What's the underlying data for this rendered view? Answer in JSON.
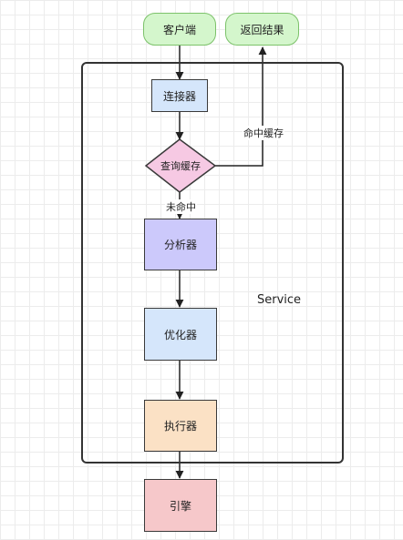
{
  "nodes": {
    "client": "客户端",
    "return_result": "返回结果",
    "connector": "连接器",
    "query_cache": "查询缓存",
    "analyzer": "分析器",
    "optimizer": "优化器",
    "executor": "执行器",
    "engine": "引擎"
  },
  "edge_labels": {
    "cache_hit": "命中缓存",
    "cache_miss": "未命中"
  },
  "container_label": "Service",
  "colors": {
    "green_fill": "#d4f6cc",
    "green_border": "#7cc26a",
    "blue_fill": "#d5e6fb",
    "pink_fill": "#f6c9e3",
    "purple_fill": "#ccc9fb",
    "orange_fill": "#fbe1c5",
    "red_fill": "#f6c8ca"
  }
}
